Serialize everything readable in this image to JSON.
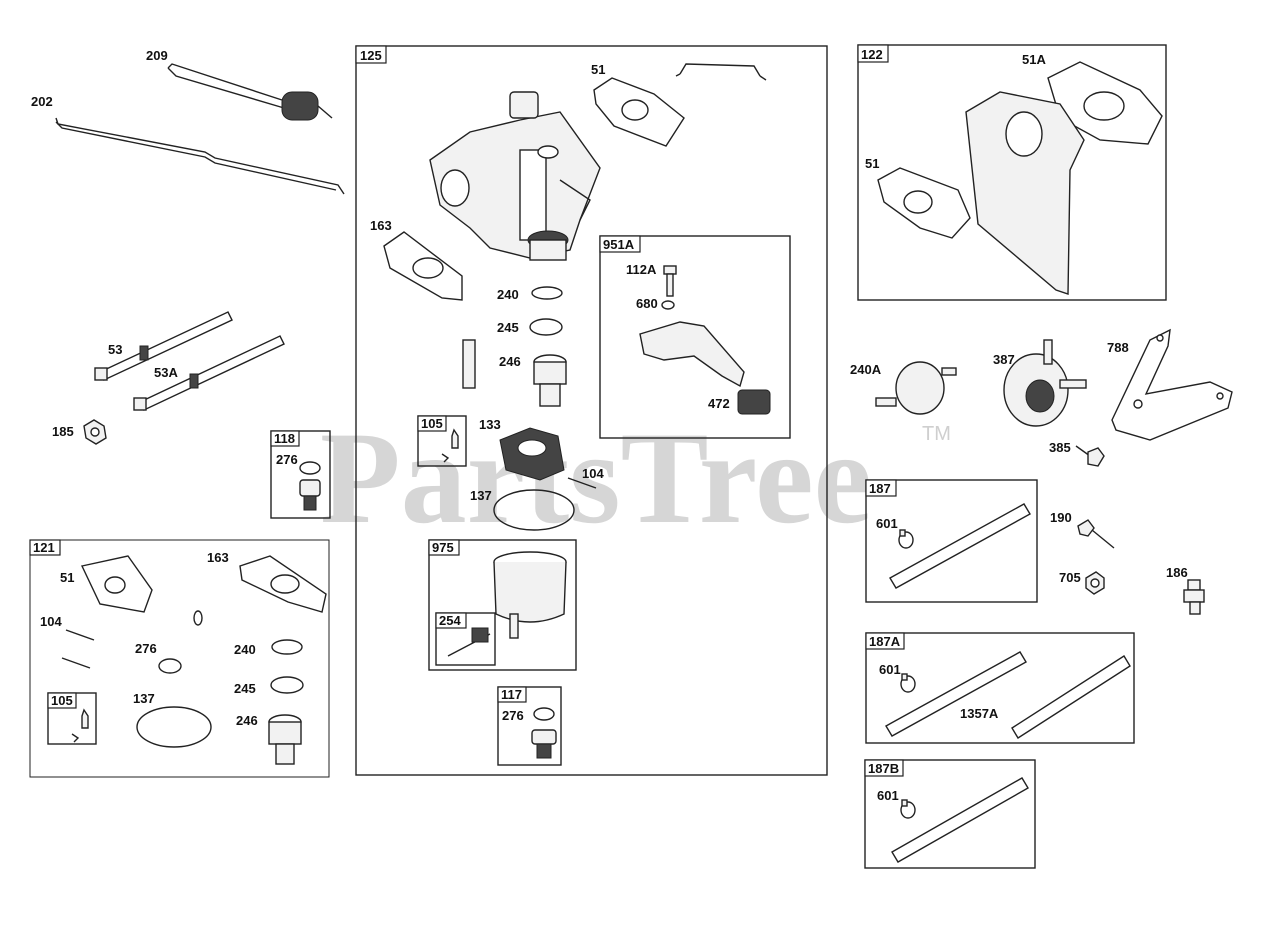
{
  "watermark": {
    "text": "PartsTree",
    "trademark": "TM"
  },
  "boxes": {
    "b125": "125",
    "b122": "122",
    "b951a": "951A",
    "b118": "118",
    "b105a": "105",
    "b121": "121",
    "b105b": "105",
    "b975": "975",
    "b254": "254",
    "b117": "117",
    "b187": "187",
    "b187a": "187A",
    "b187b": "187B"
  },
  "labels": {
    "l209": "209",
    "l202": "202",
    "l53": "53",
    "l53a": "53A",
    "l185": "185",
    "l276a": "276",
    "l51b": "51",
    "l163b": "163",
    "l104b": "104",
    "l276b": "276",
    "l240b": "240",
    "l245b": "245",
    "l137b": "137",
    "l246b": "246",
    "l51a": "51",
    "l163a": "163",
    "l240a": "240",
    "l245a": "245",
    "l246a": "246",
    "l133": "133",
    "l104a": "104",
    "l137a": "137",
    "l112a": "112A",
    "l680": "680",
    "l472": "472",
    "l276c": "276",
    "l51A": "51A",
    "l51c": "51",
    "l240A": "240A",
    "l387": "387",
    "l788": "788",
    "l385": "385",
    "l190": "190",
    "l705": "705",
    "l186": "186",
    "l601a": "601",
    "l601b": "601",
    "l1357a": "1357A",
    "l601c": "601"
  },
  "colors": {
    "watermark": "#cfcfcf",
    "line": "#222222",
    "background": "#ffffff"
  }
}
